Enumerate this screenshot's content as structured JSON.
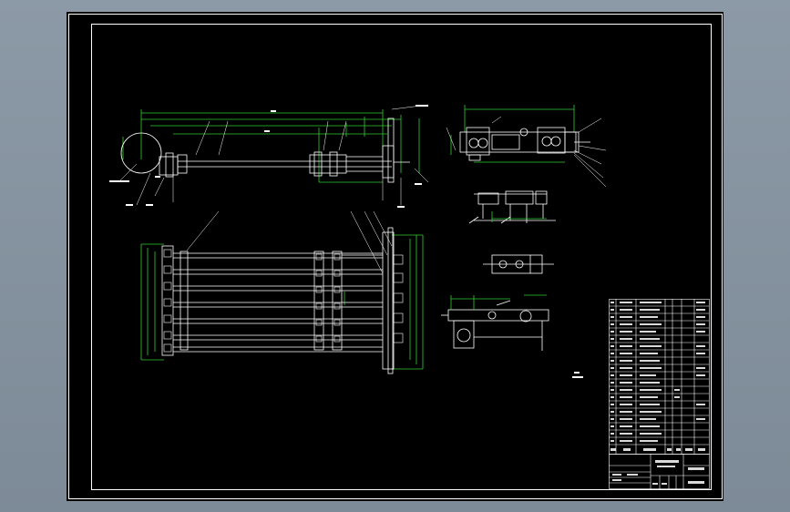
{
  "drawing": {
    "kind": "cad-assembly-drawing",
    "background": "#000000",
    "line_colors": {
      "border": "#ffffff",
      "geometry": "#ffffff",
      "dimensions": "#33cc33",
      "leaders": "#ffffff"
    },
    "title_block": {
      "parts_rows": 22,
      "parts_columns": 6
    }
  }
}
